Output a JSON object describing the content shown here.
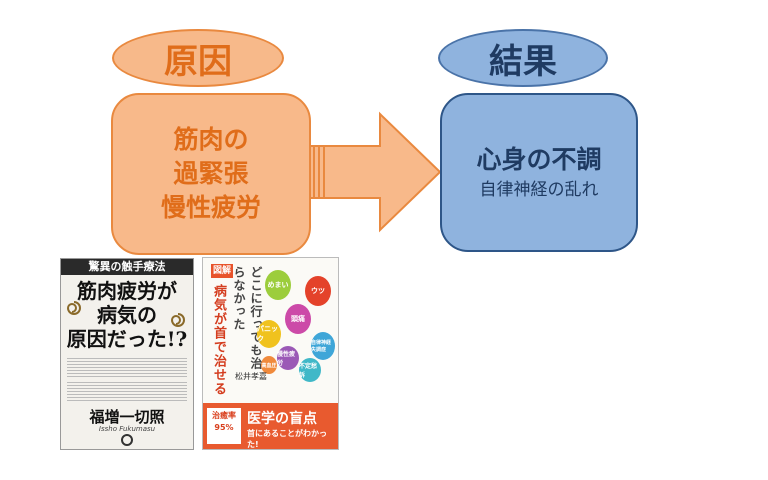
{
  "cause": {
    "label": "原因",
    "lines": [
      "筋肉の",
      "過緊張",
      "慢性疲労"
    ]
  },
  "result": {
    "label": "結果",
    "main": "心身の不調",
    "sub": "自律神経の乱れ"
  },
  "book_left": {
    "band": "驚異の触手療法",
    "title_lines": [
      "筋肉疲労が",
      "病気の",
      "原因だった!?"
    ],
    "author": "福増一切照",
    "author_romaji": "Issho Fukumasu"
  },
  "book_right": {
    "tag": "図解",
    "title_a": "どこに行っても治らなかった",
    "title_b": "病気が首で治せる",
    "balloons": [
      "めまい",
      "ウツ",
      "頭痛",
      "パニック",
      "自律神経失調症",
      "慢性疲労",
      "不定愁訴",
      "高血圧"
    ],
    "author": "松井孝嘉",
    "rate_label": "治癒率",
    "rate_value": "95%",
    "blind_spot": "医学の盲点",
    "blind_spot_sub": "首にあることがわかった!"
  }
}
